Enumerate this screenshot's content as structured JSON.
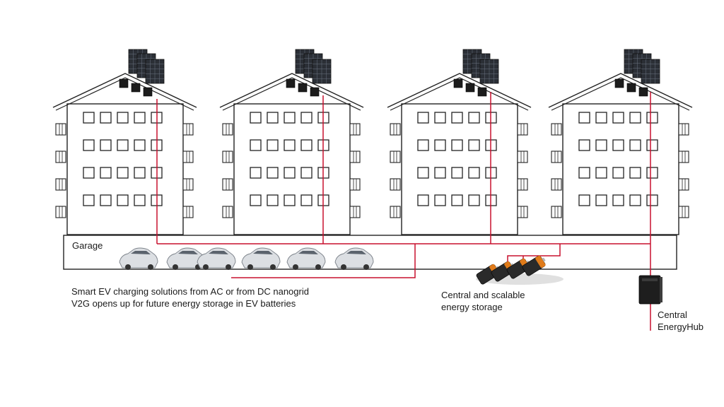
{
  "labels": {
    "garage": "Garage",
    "ev_line1": "Smart EV charging solutions from AC or from DC nanogrid",
    "ev_line2": "V2G opens up for future energy storage in EV batteries",
    "storage_line1": "Central and scalable",
    "storage_line2": "energy storage",
    "hub_line1": "Central",
    "hub_line2": "EnergyHub"
  },
  "colors": {
    "wire": "#c8102e",
    "outline": "#222222",
    "panel": "#2b2f36",
    "battery_body": "#2a2a2a",
    "battery_cap": "#e07b1a",
    "car": "#dcdfe3",
    "hub": "#1e1e1e"
  },
  "icons": {
    "building": "apartment-building-icon",
    "solar": "solar-panel-icon",
    "car": "electric-car-icon",
    "battery": "battery-icon",
    "hub": "energy-hub-icon"
  }
}
